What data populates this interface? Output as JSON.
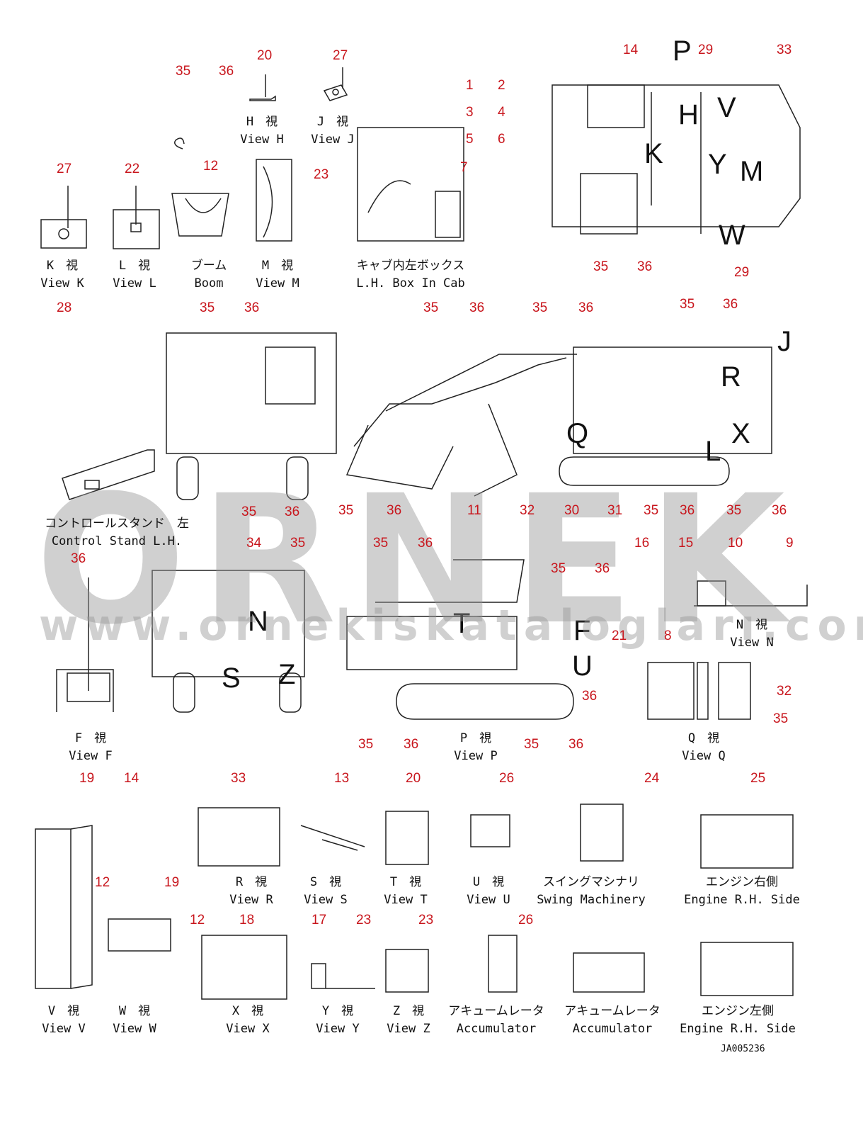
{
  "watermark": {
    "brand": "ORNEK",
    "url": "www.ornekiskatalogları.com.tr"
  },
  "drawing_id": "JA005236",
  "views": [
    {
      "id": "H",
      "jp": "H　視",
      "en": "View H"
    },
    {
      "id": "J",
      "jp": "J　視",
      "en": "View J"
    },
    {
      "id": "K",
      "jp": "K　視",
      "en": "View K"
    },
    {
      "id": "L",
      "jp": "L　視",
      "en": "View L"
    },
    {
      "id": "boom",
      "jp": "ブーム",
      "en": "Boom"
    },
    {
      "id": "M",
      "jp": "M　視",
      "en": "View M"
    },
    {
      "id": "box",
      "jp": "キャブ内左ボックス",
      "en": "L.H. Box In Cab"
    },
    {
      "id": "control",
      "jp": "コントロールスタンド　左",
      "en": "Control Stand L.H."
    },
    {
      "id": "N",
      "jp": "N　視",
      "en": "View N"
    },
    {
      "id": "F",
      "jp": "F　視",
      "en": "View F"
    },
    {
      "id": "P",
      "jp": "P　視",
      "en": "View P"
    },
    {
      "id": "Q",
      "jp": "Q　視",
      "en": "View Q"
    },
    {
      "id": "R",
      "jp": "R　視",
      "en": "View R"
    },
    {
      "id": "S",
      "jp": "S　視",
      "en": "View S"
    },
    {
      "id": "T",
      "jp": "T　視",
      "en": "View T"
    },
    {
      "id": "U",
      "jp": "U　視",
      "en": "View U"
    },
    {
      "id": "swing",
      "jp": "スイングマシナリ",
      "en": "Swing Machinery"
    },
    {
      "id": "engine-rh",
      "jp": "エンジン右側",
      "en": "Engine R.H. Side"
    },
    {
      "id": "V",
      "jp": "V　視",
      "en": "View V"
    },
    {
      "id": "W",
      "jp": "W　視",
      "en": "View W"
    },
    {
      "id": "X",
      "jp": "X　視",
      "en": "View X"
    },
    {
      "id": "Y",
      "jp": "Y　視",
      "en": "View Y"
    },
    {
      "id": "Z",
      "jp": "Z　視",
      "en": "View Z"
    },
    {
      "id": "acc1",
      "jp": "アキュームレータ",
      "en": "Accumulator"
    },
    {
      "id": "acc2",
      "jp": "アキュームレータ",
      "en": "Accumulator"
    },
    {
      "id": "engine-lh",
      "jp": "エンジン左側",
      "en": "Engine R.H. Side"
    }
  ],
  "view_letters": [
    "P",
    "H",
    "V",
    "K",
    "Y",
    "M",
    "W",
    "J",
    "R",
    "Q",
    "X",
    "L",
    "N",
    "T",
    "F",
    "U",
    "S",
    "Z"
  ],
  "callouts": [
    "35",
    "36",
    "20",
    "27",
    "1",
    "2",
    "3",
    "4",
    "5",
    "6",
    "7",
    "12",
    "23",
    "27",
    "22",
    "14",
    "29",
    "33",
    "35",
    "36",
    "29",
    "28",
    "35",
    "36",
    "35",
    "36",
    "35",
    "36",
    "35",
    "36",
    "11",
    "32",
    "35",
    "36",
    "30",
    "31",
    "35",
    "36",
    "35",
    "36",
    "35",
    "36",
    "34",
    "35",
    "36",
    "35",
    "36",
    "35",
    "36",
    "16",
    "15",
    "10",
    "9",
    "21",
    "8",
    "32",
    "35",
    "36",
    "35",
    "36",
    "35",
    "36",
    "19",
    "14",
    "33",
    "13",
    "20",
    "26",
    "24",
    "25",
    "12",
    "19",
    "12",
    "18",
    "17",
    "23",
    "23",
    "26"
  ],
  "colors": {
    "callout": "#c8161d",
    "line": "#111111",
    "watermark": "#969696"
  }
}
